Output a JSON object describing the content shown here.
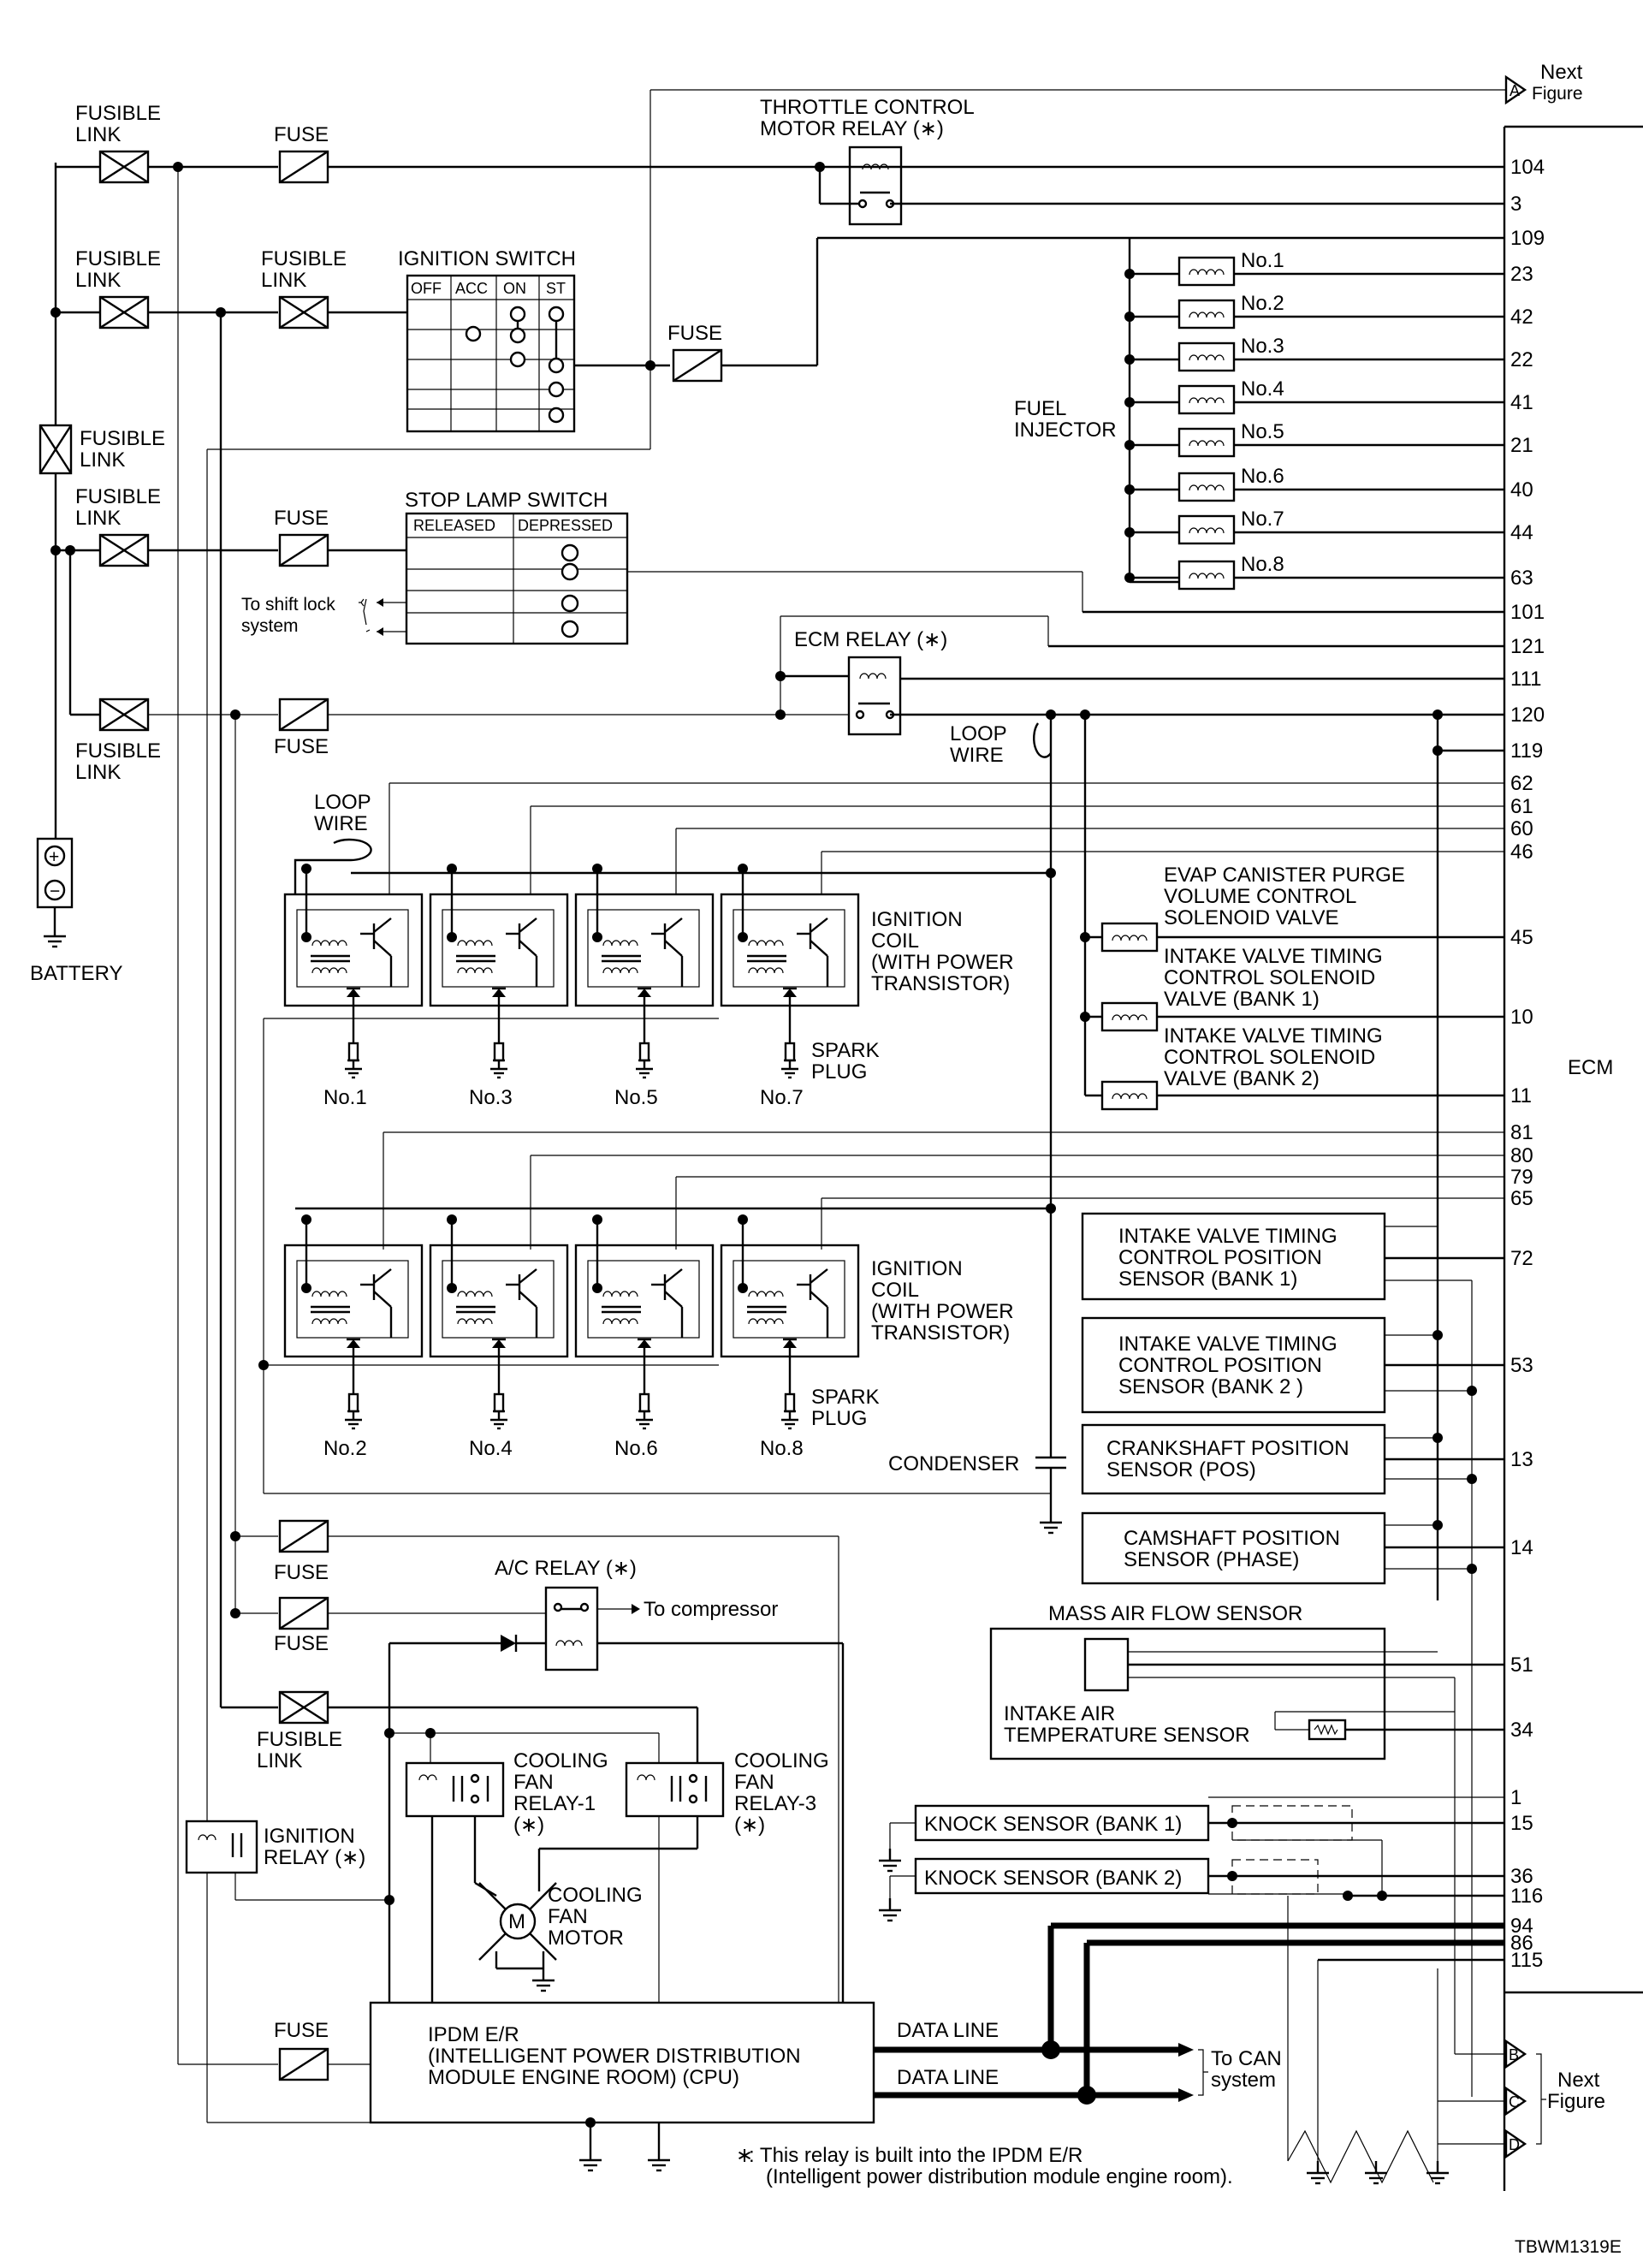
{
  "labels": {
    "fusible_link": [
      "FUSIBLE",
      "LINK"
    ],
    "fuse": "FUSE",
    "battery": "BATTERY",
    "ignition_switch": "IGNITION SWITCH",
    "ignition_switch_columns": [
      "OFF",
      "ACC",
      "ON",
      "ST"
    ],
    "throttle_relay": [
      "THROTTLE CONTROL",
      "MOTOR RELAY (∗)"
    ],
    "stop_lamp_switch": "STOP LAMP SWITCH",
    "stop_lamp_columns": [
      "RELEASED",
      "DEPRESSED"
    ],
    "shift_lock": [
      "To shift lock",
      "system"
    ],
    "ecm_relay": "ECM RELAY (∗)",
    "loop_wire": [
      "LOOP",
      "WIRE"
    ],
    "fuel_injector": [
      "FUEL",
      "INJECTOR"
    ],
    "injector_numbers": [
      "No.1",
      "No.2",
      "No.3",
      "No.4",
      "No.5",
      "No.6",
      "No.7",
      "No.8"
    ],
    "evap": [
      "EVAP CANISTER PURGE",
      "VOLUME CONTROL",
      "SOLENOID VALVE"
    ],
    "ivt_bank1": [
      "INTAKE VALVE TIMING",
      "CONTROL SOLENOID",
      "VALVE (BANK 1)"
    ],
    "ivt_bank2": [
      "INTAKE VALVE TIMING",
      "CONTROL SOLENOID",
      "VALVE (BANK 2)"
    ],
    "ignition_coil": [
      "IGNITION",
      "COIL",
      "(WITH POWER",
      "TRANSISTOR)"
    ],
    "spark_plug": [
      "SPARK",
      "PLUG"
    ],
    "upper_plugs": [
      "No.1",
      "No.3",
      "No.5",
      "No.7"
    ],
    "lower_plugs": [
      "No.2",
      "No.4",
      "No.6",
      "No.8"
    ],
    "condenser": "CONDENSER",
    "ivt_pos_bank1": [
      "INTAKE VALVE TIMING",
      "CONTROL POSITION",
      "SENSOR (BANK 1)"
    ],
    "ivt_pos_bank2": [
      "INTAKE VALVE TIMING",
      "CONTROL POSITION",
      "SENSOR (BANK 2 )"
    ],
    "crank": [
      "CRANKSHAFT POSITION",
      "SENSOR (POS)"
    ],
    "cam": [
      "CAMSHAFT POSITION",
      "SENSOR (PHASE)"
    ],
    "maf": "MASS AIR FLOW SENSOR",
    "iat": [
      "INTAKE AIR",
      "TEMPERATURE SENSOR"
    ],
    "knock1": "KNOCK SENSOR (BANK 1)",
    "knock2": "KNOCK SENSOR (BANK 2)",
    "ac_relay": "A/C RELAY (∗)",
    "to_compressor": "To compressor",
    "cooling_fan_relay1": [
      "COOLING",
      "FAN",
      "RELAY-1",
      "(∗)"
    ],
    "cooling_fan_relay3": [
      "COOLING",
      "FAN",
      "RELAY-3",
      "(∗)"
    ],
    "cooling_fan_motor": [
      "COOLING",
      "FAN",
      "MOTOR"
    ],
    "motor_symbol": "M",
    "ignition_relay": [
      "IGNITION",
      "RELAY (∗)"
    ],
    "ipdm": [
      "IPDM E/R",
      "(INTELLIGENT POWER DISTRIBUTION",
      " MODULE ENGINE ROOM) (CPU)"
    ],
    "data_line": "DATA LINE",
    "to_can": [
      "To CAN",
      "system"
    ],
    "next_figure": [
      "Next",
      "Figure"
    ],
    "connectors": [
      "A",
      "B",
      "C",
      "D"
    ],
    "ecm": "ECM",
    "footnote_mark": "∗",
    "footnote": [
      ": This relay is built into the IPDM E/R",
      "(Intelligent power distribution module engine room)."
    ],
    "figure_id": "TBWM1319E"
  },
  "ecm_pins": [
    {
      "pin": "104"
    },
    {
      "pin": "3"
    },
    {
      "pin": "109"
    },
    {
      "pin": "23"
    },
    {
      "pin": "42"
    },
    {
      "pin": "22"
    },
    {
      "pin": "41"
    },
    {
      "pin": "21"
    },
    {
      "pin": "40"
    },
    {
      "pin": "44"
    },
    {
      "pin": "63"
    },
    {
      "pin": "101"
    },
    {
      "pin": "121"
    },
    {
      "pin": "111"
    },
    {
      "pin": "120"
    },
    {
      "pin": "119"
    },
    {
      "pin": "62"
    },
    {
      "pin": "61"
    },
    {
      "pin": "60"
    },
    {
      "pin": "46"
    },
    {
      "pin": "45"
    },
    {
      "pin": "10"
    },
    {
      "pin": "11"
    },
    {
      "pin": "81"
    },
    {
      "pin": "80"
    },
    {
      "pin": "79"
    },
    {
      "pin": "65"
    },
    {
      "pin": "72"
    },
    {
      "pin": "53"
    },
    {
      "pin": "13"
    },
    {
      "pin": "14"
    },
    {
      "pin": "51"
    },
    {
      "pin": "34"
    },
    {
      "pin": "1"
    },
    {
      "pin": "15"
    },
    {
      "pin": "36"
    },
    {
      "pin": "116"
    },
    {
      "pin": "94"
    },
    {
      "pin": "86"
    },
    {
      "pin": "115"
    }
  ]
}
